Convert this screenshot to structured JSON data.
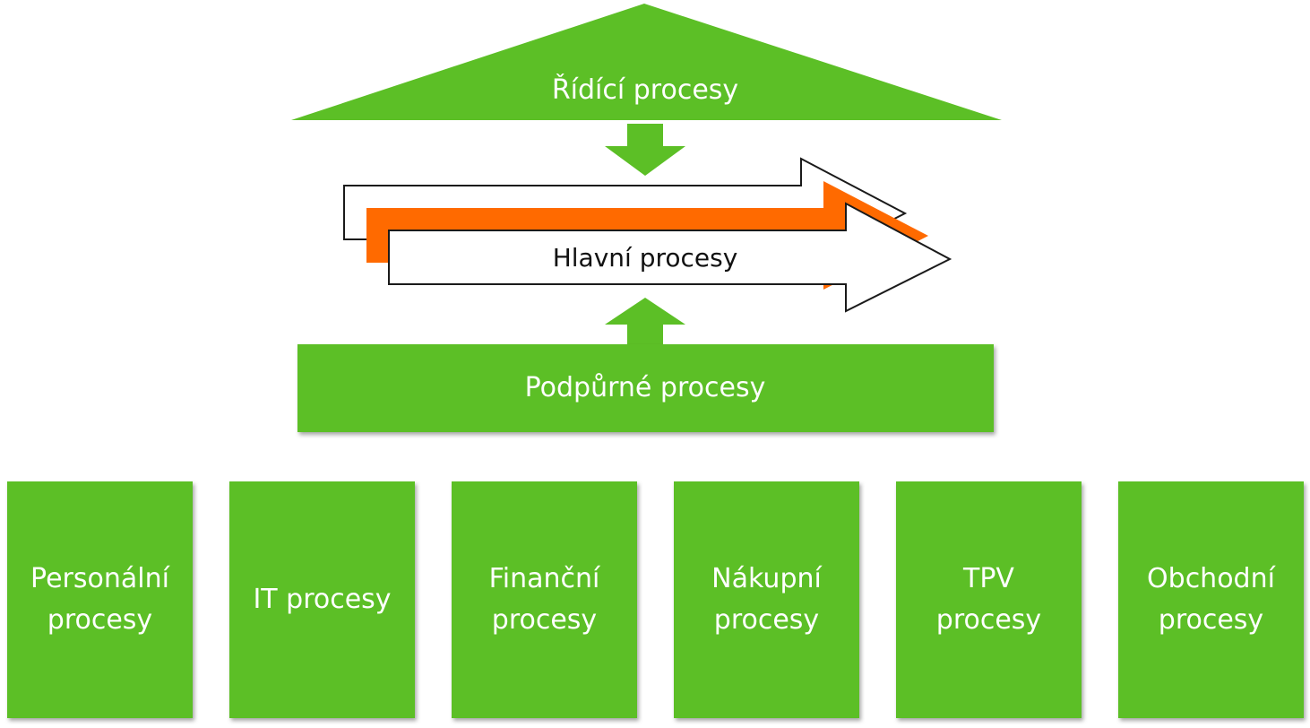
{
  "title": "",
  "colors": {
    "green": "#5cbf26",
    "orange": "#ff6a00",
    "outline": "#1a1a1a",
    "white": "#ffffff"
  },
  "management": {
    "label": "Řídící procesy"
  },
  "main": {
    "label": "Hlavní procesy"
  },
  "support": {
    "label": "Podpůrné procesy"
  },
  "support_areas": [
    {
      "line1": "Personální",
      "line2": "procesy"
    },
    {
      "line1": "IT procesy",
      "line2": ""
    },
    {
      "line1": "Finanční",
      "line2": "procesy"
    },
    {
      "line1": "Nákupní",
      "line2": "procesy"
    },
    {
      "line1": "TPV",
      "line2": "procesy"
    },
    {
      "line1": "Obchodní",
      "line2": "procesy"
    }
  ]
}
